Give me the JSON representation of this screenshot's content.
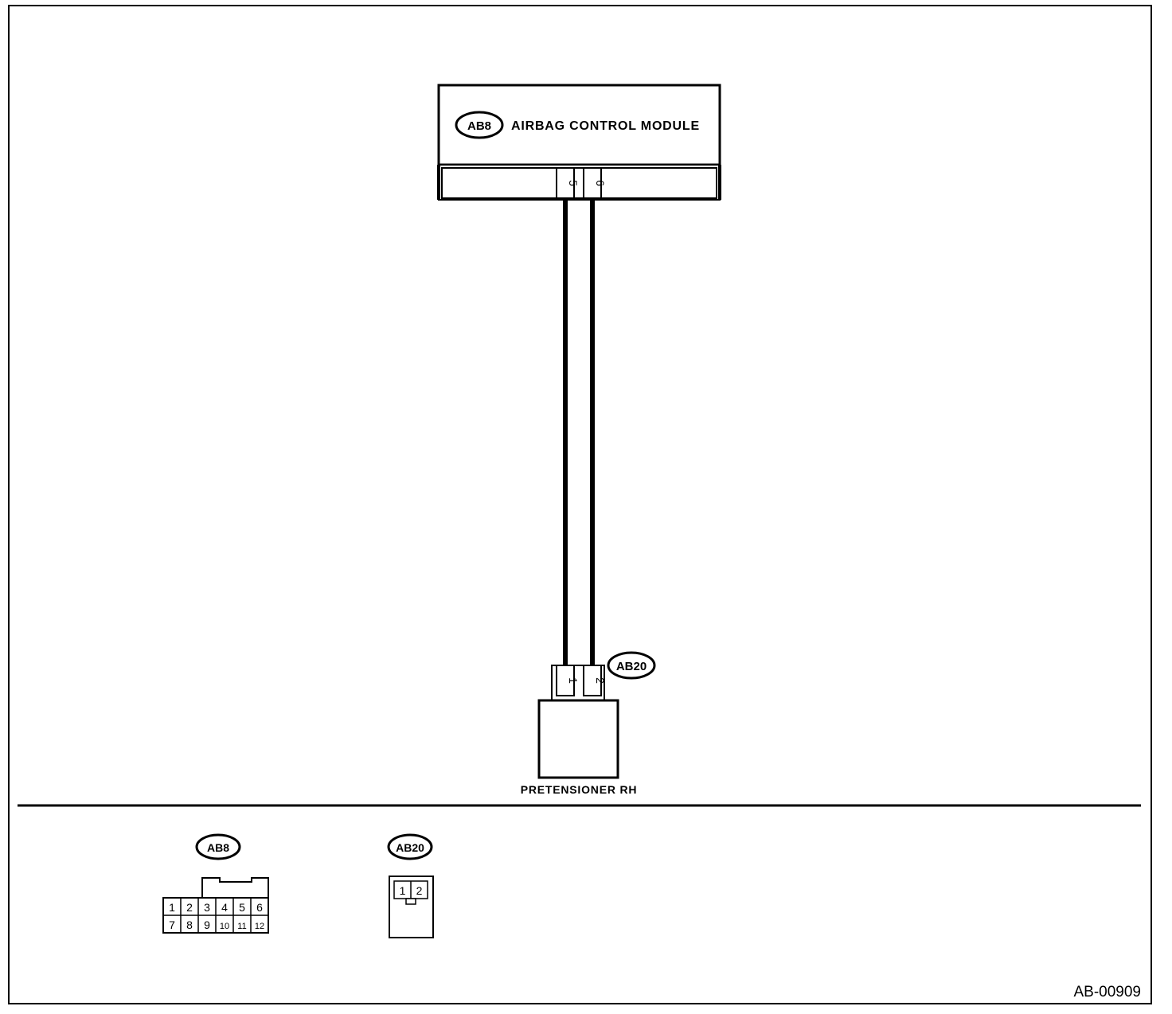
{
  "module": {
    "connector_id": "AB8",
    "name": "AIRBAG CONTROL MODULE",
    "pins": [
      "5",
      "6"
    ]
  },
  "pretensioner": {
    "connector_id": "AB20",
    "name": "PRETENSIONER RH",
    "pins": [
      "1",
      "2"
    ]
  },
  "connector_views": {
    "ab8": {
      "id": "AB8",
      "row1": [
        "1",
        "2",
        "3",
        "4",
        "5",
        "6"
      ],
      "row2": [
        "7",
        "8",
        "9",
        "10",
        "11",
        "12"
      ]
    },
    "ab20": {
      "id": "AB20",
      "row1": [
        "1",
        "2"
      ]
    }
  },
  "figure_id": "AB-00909"
}
